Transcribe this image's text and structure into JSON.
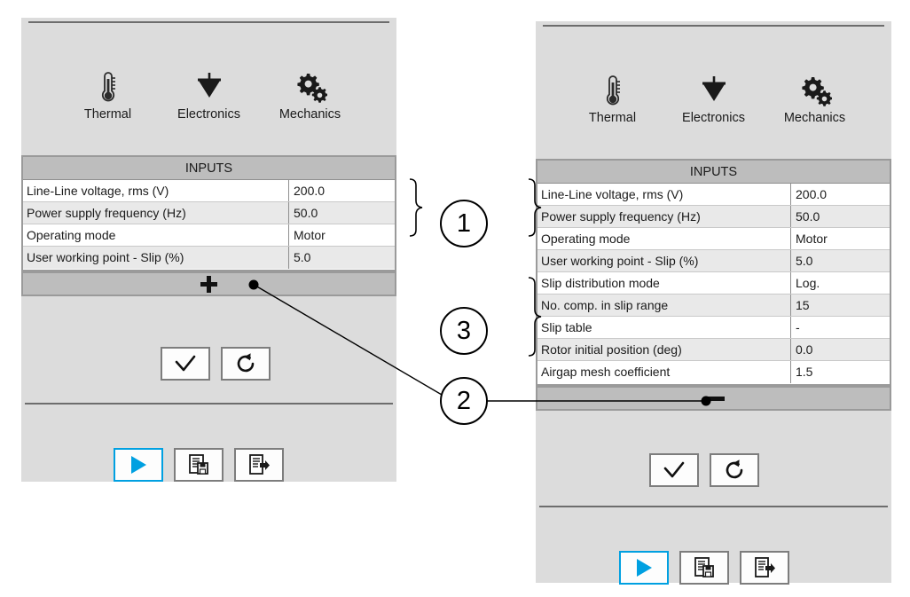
{
  "modes": {
    "items": [
      {
        "label": "Thermal",
        "icon": "thermometer-icon"
      },
      {
        "label": "Electronics",
        "icon": "diode-icon"
      },
      {
        "label": "Mechanics",
        "icon": "gears-icon"
      }
    ]
  },
  "inputs_table": {
    "header": "INPUTS",
    "collapsed_rows": [
      {
        "label": "Line-Line voltage, rms (V)",
        "value": "200.0"
      },
      {
        "label": "Power supply frequency (Hz)",
        "value": "50.0"
      },
      {
        "label": "Operating mode",
        "value": "Motor"
      },
      {
        "label": "User working point - Slip (%)",
        "value": "5.0"
      }
    ],
    "expanded_rows": [
      {
        "label": "Line-Line voltage, rms (V)",
        "value": "200.0"
      },
      {
        "label": "Power supply frequency (Hz)",
        "value": "50.0"
      },
      {
        "label": "Operating mode",
        "value": "Motor"
      },
      {
        "label": "User working point - Slip (%)",
        "value": "5.0"
      },
      {
        "label": "Slip distribution mode",
        "value": "Log."
      },
      {
        "label": "No. comp. in slip range",
        "value": "15"
      },
      {
        "label": "Slip table",
        "value": "-"
      },
      {
        "label": "Rotor initial position (deg)",
        "value": "0.0"
      },
      {
        "label": "Airgap mesh coefficient",
        "value": "1.5"
      }
    ]
  },
  "expander": {
    "expand_label": "+",
    "collapse_label": "−"
  },
  "actions": {
    "validate": "check-icon",
    "reset": "reload-icon",
    "solve": "play-icon",
    "save": "save-document-icon",
    "export": "export-document-icon"
  },
  "annotations": {
    "markers": [
      {
        "id": "1",
        "text": "1"
      },
      {
        "id": "2",
        "text": "2"
      },
      {
        "id": "3",
        "text": "3"
      }
    ]
  },
  "colors": {
    "accent": "#00a0e1",
    "panel_bg": "#dcdcdc",
    "table_header_bg": "#bdbdbd",
    "row_alt_bg": "#e9e9e9",
    "border": "#9a9a9a"
  }
}
